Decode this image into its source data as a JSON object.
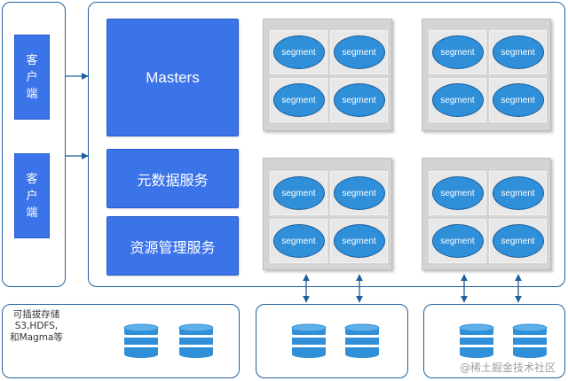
{
  "clients": [
    {
      "label": "客户端"
    },
    {
      "label": "客户端"
    }
  ],
  "services": {
    "masters": "Masters",
    "metadata": "元数据服务",
    "resource": "资源管理服务"
  },
  "segment_groups": [
    {
      "segments": [
        "segment",
        "segment",
        "segment",
        "segment"
      ]
    },
    {
      "segments": [
        "segment",
        "segment",
        "segment",
        "segment"
      ]
    },
    {
      "segments": [
        "segment",
        "segment",
        "segment",
        "segment"
      ]
    },
    {
      "segments": [
        "segment",
        "segment",
        "segment",
        "segment"
      ]
    }
  ],
  "storage": {
    "label_lines": [
      "可插拔存储",
      "S3,HDFS,",
      "和Magma等"
    ]
  },
  "watermark": "@稀土掘金技术社区",
  "colors": {
    "panel_border": "#1f5f9e",
    "service_fill": "#3b73e8",
    "segment_fill": "#2f8fd8",
    "group_fill": "#d4d4d4",
    "database_fill": "#2f8fd8"
  }
}
